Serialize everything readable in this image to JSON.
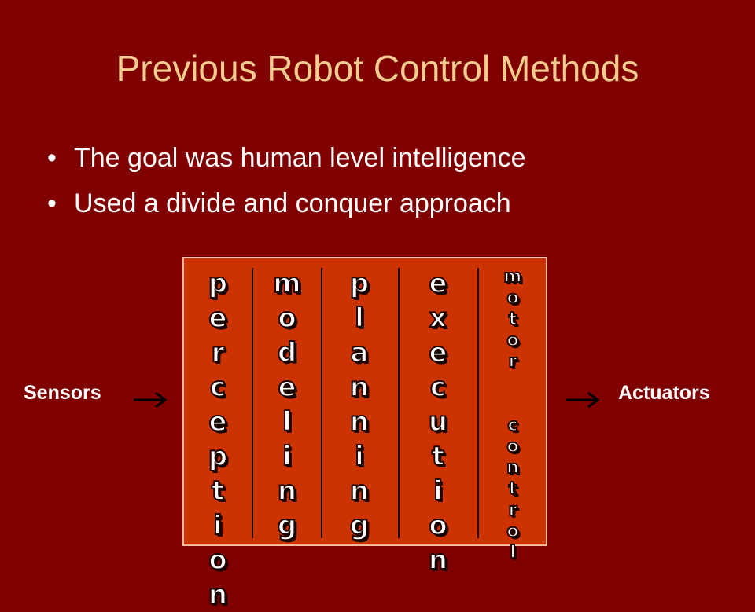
{
  "slide": {
    "title": "Previous Robot Control Methods",
    "bullets": [
      "The goal was human level intelligence",
      "Used a divide and conquer approach"
    ]
  },
  "diagram": {
    "input_label": "Sensors",
    "output_label": "Actuators",
    "stages": [
      "perception",
      "modeling",
      "planning",
      "execution",
      "motor control"
    ],
    "fill_color": "#cc3300",
    "background_color": "#800000",
    "title_color": "#f0cc8e",
    "arrow_icon": "right-arrow-icon"
  }
}
